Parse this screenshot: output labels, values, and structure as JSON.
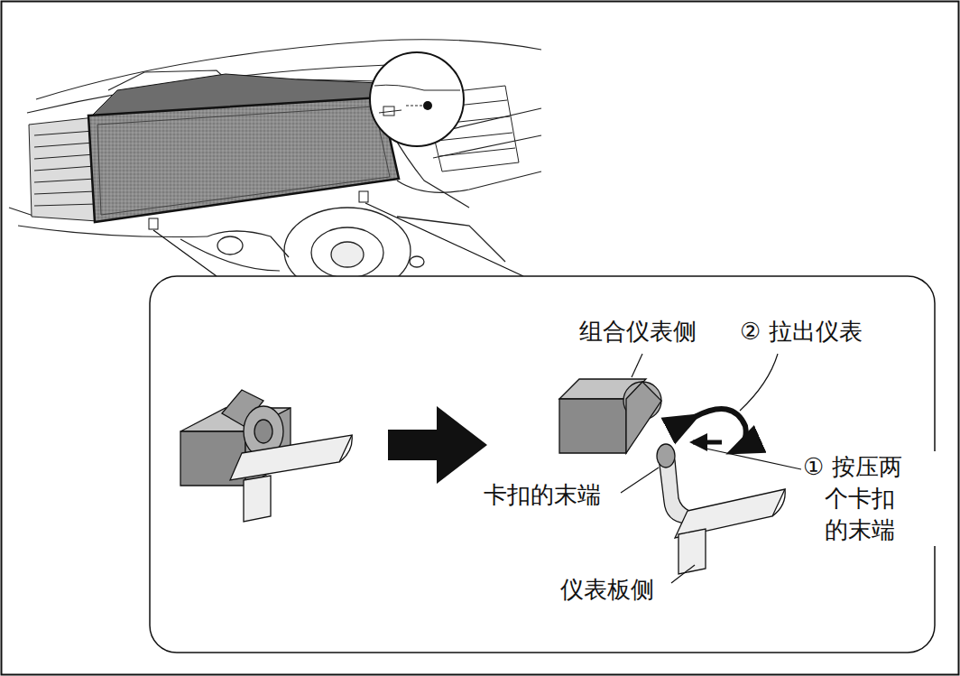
{
  "diagram": {
    "labels": [
      "组合仪表侧",
      "② 拉出仪表",
      "卡扣的末端",
      "① 按压两 个卡扣 的末端",
      "仪表板侧"
    ]
  }
}
